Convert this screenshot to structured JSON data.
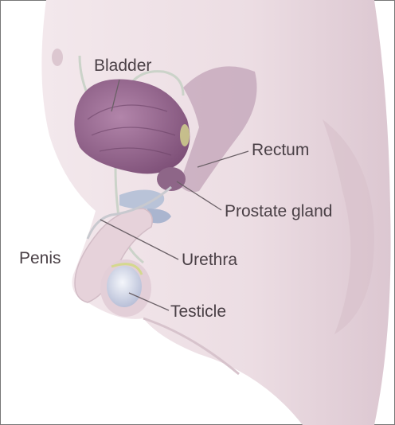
{
  "labels": {
    "bladder": "Bladder",
    "rectum": "Rectum",
    "prostate": "Prostate gland",
    "penis": "Penis",
    "urethra": "Urethra",
    "testicle": "Testicle"
  },
  "colors": {
    "background": "#ffffff",
    "skin": "#ecdde3",
    "skin_shadow": "#d6c0cb",
    "bladder": "#9b6a92",
    "rectum": "#b898b0",
    "prostate": "#8e6688",
    "vessel": "#b9c3d8",
    "label_text": "#4a4046",
    "leader_line": "#6a6066"
  }
}
